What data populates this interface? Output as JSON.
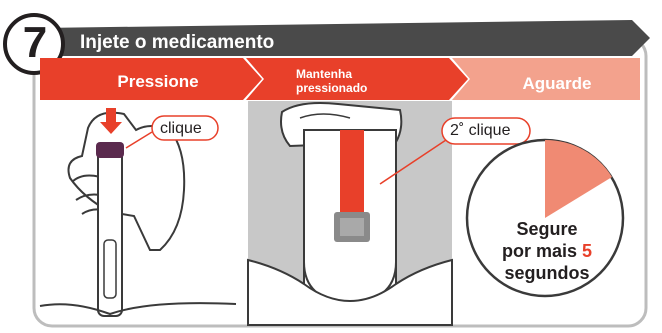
{
  "step": {
    "number": "7",
    "title": "Injete o medicamento"
  },
  "stages": {
    "press": "Pressione",
    "hold_line1": "Mantenha",
    "hold_line2": "pressionado",
    "wait": "Aguarde"
  },
  "callouts": {
    "first_click": "clique",
    "second_click": "2˚ clique"
  },
  "wait_message": {
    "line1": "Segure",
    "line2_prefix": "por mais",
    "seconds": "5",
    "line3": "segundos"
  },
  "colors": {
    "header_dark": "#4a4a4a",
    "accent_red": "#e8402a",
    "accent_light": "#f3a28d",
    "wait_wedge": "#f08a73",
    "panel_bg": "#ececec",
    "gray_fill": "#c8c8c8"
  }
}
